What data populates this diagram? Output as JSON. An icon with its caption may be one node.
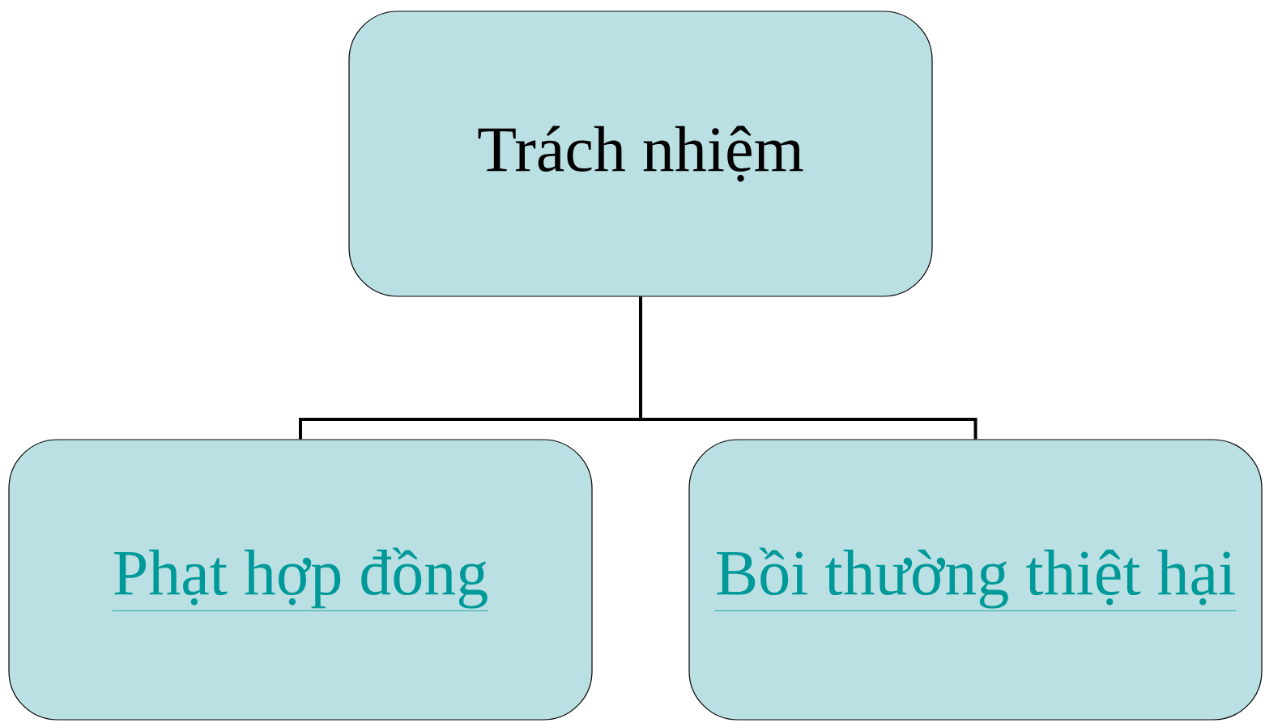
{
  "diagram": {
    "nodes": [
      {
        "text": [
          "Trách nhiệm"
        ]
      },
      {
        "text": [
          "Phạt hợp đồng"
        ]
      },
      {
        "text": [
          "Bồi thường thiệt hại"
        ]
      }
    ],
    "edges": [
      {
        "from": 0,
        "to": 1,
        "arrow": "none"
      },
      {
        "from": 0,
        "to": 2,
        "arrow": "none"
      }
    ]
  }
}
